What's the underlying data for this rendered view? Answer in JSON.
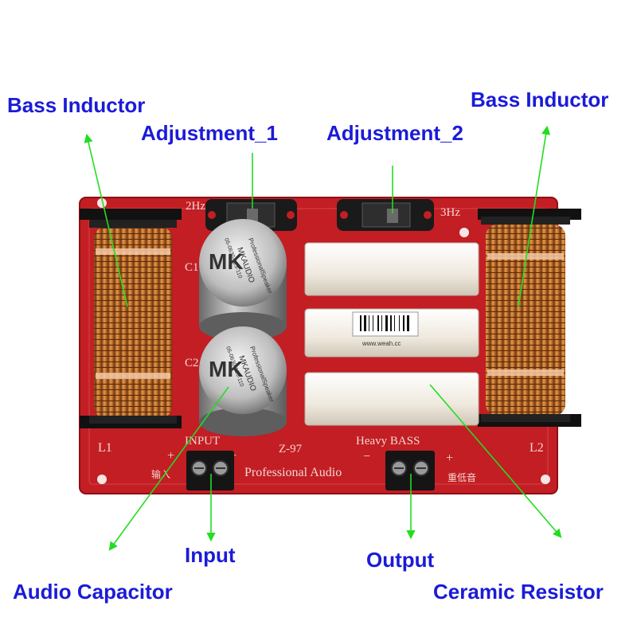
{
  "callouts": {
    "bass_inductor_left": "Bass Inductor",
    "bass_inductor_right": "Bass Inductor",
    "adjustment_1": "Adjustment_1",
    "adjustment_2": "Adjustment_2",
    "input": "Input",
    "output": "Output",
    "audio_capacitor": "Audio Capacitor",
    "ceramic_resistor": "Ceramic Resistor"
  },
  "board": {
    "switch_left_label": "2Hz",
    "switch_right_label": "3Hz",
    "cap_label_1": "C1",
    "cap_label_2": "C2",
    "coil_label_left": "L1",
    "coil_label_right": "L2",
    "input_label": "INPUT",
    "model": "Z-97",
    "heavy_bass_label": "Heavy BASS",
    "professional_audio": "Professional Audio",
    "input_cn": "输入",
    "bass_cn": "重低音",
    "plus": "+",
    "minus": "−",
    "capacitor_brand": "MK",
    "capacitor_line1": "MKAUDIO",
    "capacitor_line2": "ProfessionalSpeaker",
    "capacitor_part": "05-0630-123-110",
    "resistor_url": "www.weah.cc"
  },
  "colors": {
    "callout_text": "#1b1bd8",
    "leader_line": "#22dd22",
    "pcb": "#c21e24",
    "copper": "#c8752e",
    "resistor": "#f1ede4"
  }
}
